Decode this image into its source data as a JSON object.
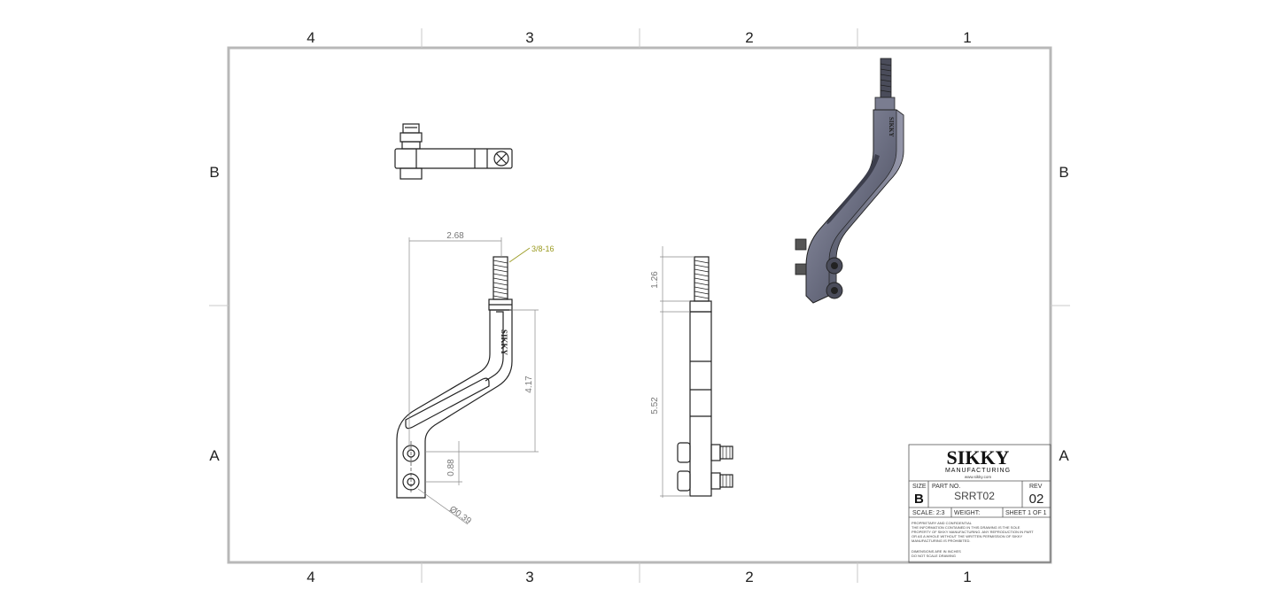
{
  "border_zones": {
    "columns": [
      "4",
      "3",
      "2",
      "1"
    ],
    "rows": [
      "B",
      "A"
    ]
  },
  "dimensions": {
    "width_top": "2.68",
    "thread_callout": "3/8-16",
    "height_arm": "4.17",
    "offset_holes": "0.88",
    "hole_dia": "Ø0.39",
    "stud_length": "1.26",
    "body_height": "5.52"
  },
  "title_block": {
    "logo": "SIKKY",
    "logo_sub": "MANUFACTURING",
    "logo_url": "www.sikky.com",
    "size_label": "SIZE",
    "size_value": "B",
    "part_no_label": "PART NO.",
    "part_no_value": "SRRT02",
    "rev_label": "REV",
    "rev_value": "02",
    "scale": "SCALE: 2:3",
    "weight": "WEIGHT:",
    "sheet": "SHEET 1 OF 1",
    "notes": [
      "PROPRIETARY AND CONFIDENTIAL",
      "THE INFORMATION CONTAINED IN THIS DRAWING IS THE SOLE",
      "PROPERTY OF SIKKY MANUFACTURING.  ANY REPRODUCTION IN PART",
      "OR AS A WHOLE WITHOUT THE WRITTEN PERMISSION OF SIKKY",
      "MANUFACTURING IS PROHIBITED.",
      "DIMENSIONS ARE IN INCHES",
      "DO NOT SCALE DRAWING"
    ]
  },
  "colors": {
    "frame": "#b8b8b8",
    "part_line": "#222222",
    "dimension": "#8a8a8a",
    "callout": "#9a9a20",
    "shaded_metal": "#6a6d80"
  }
}
